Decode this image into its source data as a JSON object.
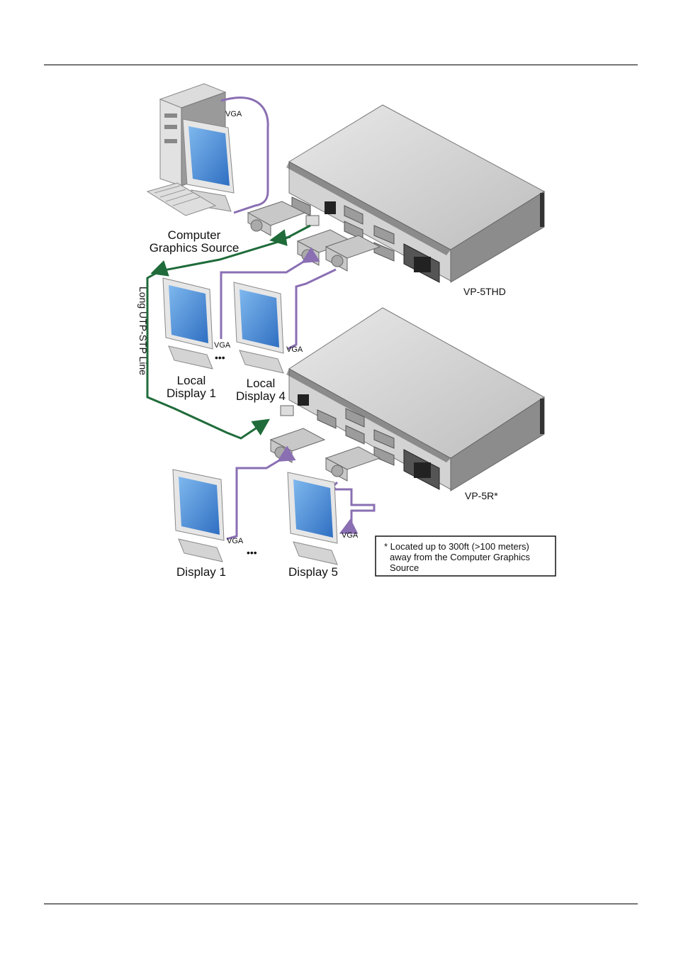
{
  "diagram": {
    "source_label_line1": "Computer",
    "source_label_line2": "Graphics Source",
    "device_top": "VP-5THD",
    "device_bottom": "VP-5R*",
    "cable_label": "Long UTP-STP Line",
    "vga": "VGA",
    "ellipsis": "•••",
    "local_display_1_line1": "Local",
    "local_display_1_line2": "Display 1",
    "local_display_4_line1": "Local",
    "local_display_4_line2": "Display 4",
    "display_1": "Display 1",
    "display_5": "Display 5",
    "note_line1": "* Located up to 300ft (>100 meters)",
    "note_line2": "away from the Computer Graphics",
    "note_line3": "Source"
  },
  "colors": {
    "vga_cable": "#8a6fb3",
    "utp_cable": "#1f6b3a",
    "device_body": "#c9c9c9",
    "screen": "#3f86d6"
  }
}
